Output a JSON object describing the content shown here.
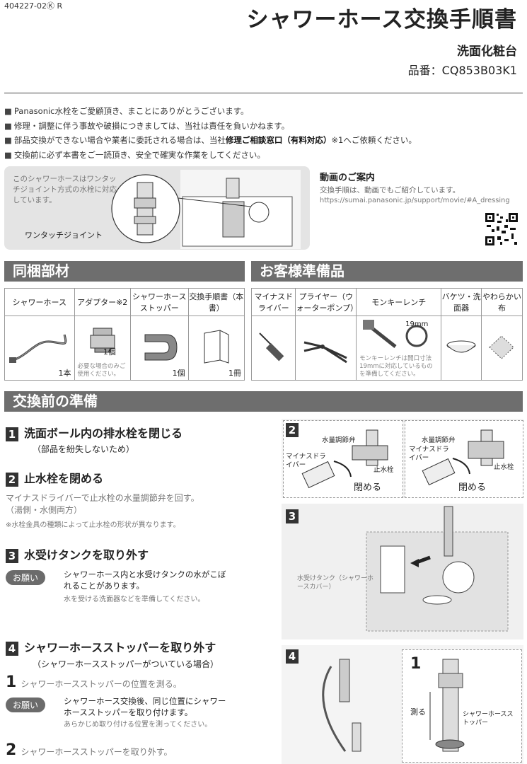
{
  "header": {
    "doc_number": "404227-02Ⓚ R",
    "title": "シャワーホース交換手順書",
    "subtitle": "洗面化粧台",
    "part_number": "品番：CQ853B03K1"
  },
  "notes": [
    "Panasonic水栓をご愛顧頂き、まことにありがとうございます。",
    "修理・調整に伴う事故や破損につきましては、当社は責任を負いかねます。",
    "交換前に必ず本書をご一読頂き、安全で確実な作業をしてください。"
  ],
  "note3": {
    "before": "部品交換ができない場合や業者に委託される場合は、当社",
    "bold": "修理ご相談窓口（有料対応）",
    "after": "※1へご依頼ください。"
  },
  "info": {
    "text": "このシャワーホースはワンタッチジョイント方式の水栓に対応しています。",
    "joint_label": "ワンタッチジョイント"
  },
  "video": {
    "heading": "動画のご案内",
    "text": "交換手順は、動画でもご紹介しています。",
    "url": "https://sumai.panasonic.jp/support/movie/#A_dressing"
  },
  "sections": {
    "included": "同梱部材",
    "customer": "お客様準備品",
    "prep": "交換前の準備"
  },
  "included_parts": [
    {
      "name": "シャワーホース",
      "qty": "1本"
    },
    {
      "name": "アダプター※2",
      "qty": "1個",
      "note": "必要な場合のみご使用ください。"
    },
    {
      "name": "シャワーホースストッパー",
      "qty": "1個"
    },
    {
      "name": "交換手順書（本書）",
      "qty": "1冊"
    }
  ],
  "customer_items": [
    {
      "name": "マイナスドライバー"
    },
    {
      "name": "プライヤー（ウォーターポンプ）"
    },
    {
      "name": "モンキーレンチ",
      "note": "モンキーレンチは開口寸法19mmに対応しているものを準備してください。",
      "dim": "19mm"
    },
    {
      "name": "バケツ・洗面器"
    },
    {
      "name": "やわらかい布"
    }
  ],
  "steps": {
    "s1_title": "洗面ボール内の排水栓を閉じる",
    "s1_sub": "（部品を紛失しないため）",
    "s2_title": "止水栓を閉める",
    "s2_text": "マイナスドライバーで止水栓の水量調節弁を回す。",
    "s2_text2": "（湯側・水側両方）",
    "s2_note": "※水栓金具の種類によって止水栓の形状が異なります。",
    "s3_title": "水受けタンクを取り外す",
    "s3_pill": "お願い",
    "s3_text": "シャワーホース内と水受けタンクの水がこぼれることがあります。",
    "s3_sub": "水を受ける洗面器などを準備してください。",
    "s4_title": "シャワーホースストッパーを取り外す",
    "s4_sub": "（シャワーホースストッパーがついている場合）",
    "s4_1": "シャワーホースストッパーの位置を測る。",
    "s4_pill": "お願い",
    "s4_pill_text": "シャワーホース交換後、同じ位置にシャワーホースストッパーを取り付けます。",
    "s4_pill_sub": "あらかじめ取り付ける位置を測ってください。",
    "s4_2": "シャワーホースストッパーを取り外す。"
  },
  "figures": {
    "valve": "水量調節弁",
    "driver": "マイナスドライバー",
    "stopcock": "止水栓",
    "close": "閉める",
    "tank": "水受けタンク（シャワーホースカバー）",
    "measure": "測る",
    "stopper": "シャワーホースストッパー",
    "n2": "2",
    "n3": "3",
    "n4": "4",
    "n1": "1",
    "one": "1",
    "two": "2"
  }
}
